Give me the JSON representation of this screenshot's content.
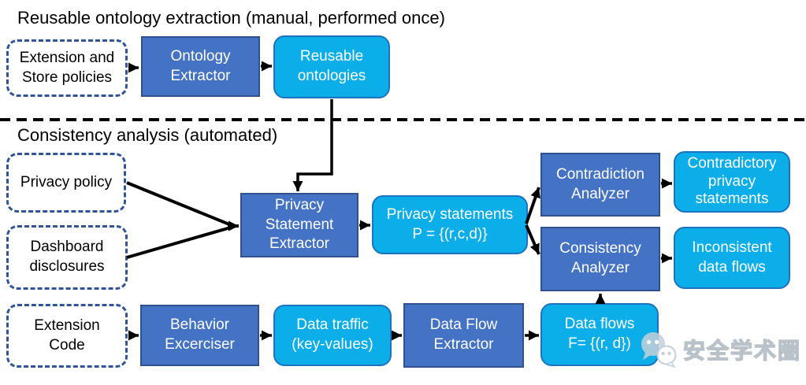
{
  "sections": {
    "reusable_ontology": {
      "title": "Reusable ontology extraction (manual, performed once)"
    },
    "consistency_analysis": {
      "title": "Consistency analysis (automated)"
    }
  },
  "nodes": {
    "extension_store_policies": {
      "label": "Extension and\nStore policies",
      "kind": "input"
    },
    "ontology_extractor": {
      "label": "Ontology\nExtractor",
      "kind": "process"
    },
    "reusable_ontologies": {
      "label": "Reusable\nontologies",
      "kind": "artifact"
    },
    "privacy_policy": {
      "label": "Privacy policy",
      "kind": "input"
    },
    "dashboard_disclosures": {
      "label": "Dashboard\ndisclosures",
      "kind": "input"
    },
    "privacy_statement_extractor": {
      "label": "Privacy\nStatement\nExtractor",
      "kind": "process"
    },
    "privacy_statements": {
      "label": "Privacy statements\nP = {(r,c,d)}",
      "kind": "artifact"
    },
    "contradiction_analyzer": {
      "label": "Contradiction\nAnalyzer",
      "kind": "process"
    },
    "consistency_analyzer": {
      "label": "Consistency\nAnalyzer",
      "kind": "process"
    },
    "contradictory_privacy_statements": {
      "label": "Contradictory\nprivacy\nstatements",
      "kind": "artifact"
    },
    "inconsistent_data_flows": {
      "label": "Inconsistent\ndata flows",
      "kind": "artifact"
    },
    "extension_code": {
      "label": "Extension\nCode",
      "kind": "input"
    },
    "behavior_excerciser": {
      "label": "Behavior\nExcerciser",
      "kind": "process"
    },
    "data_traffic": {
      "label": "Data traffic\n(key-values)",
      "kind": "artifact"
    },
    "data_flow_extractor": {
      "label": "Data Flow\nExtractor",
      "kind": "process"
    },
    "data_flows": {
      "label": "Data flows\nF= {(r, d})",
      "kind": "artifact"
    }
  },
  "watermark": {
    "label": "安全学术圈",
    "icon": "wechat-icon"
  },
  "colors": {
    "process_fill": "#4472C4",
    "process_border": "#2F528F",
    "artifact_fill": "#0BAEE9",
    "artifact_border": "#1E73C0",
    "input_border": "#2F5597",
    "connector": "#000000",
    "watermark_gray": "#b9c1c9"
  }
}
